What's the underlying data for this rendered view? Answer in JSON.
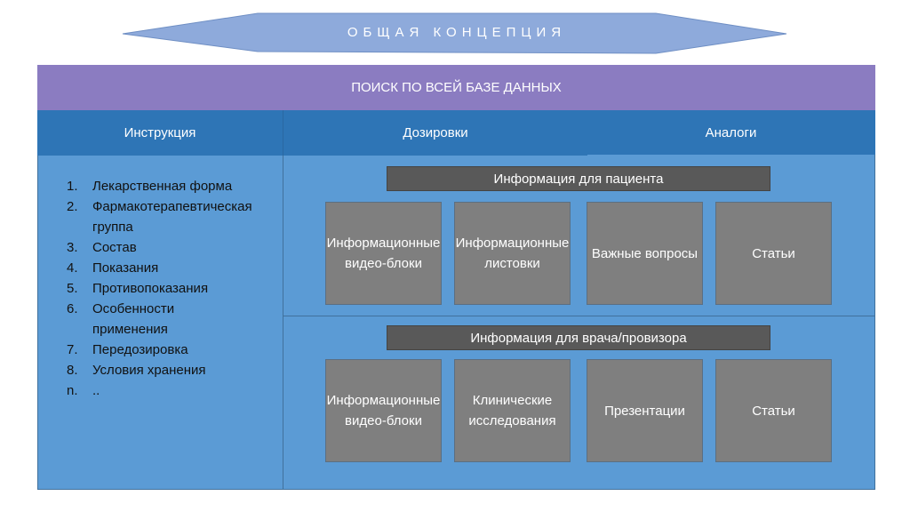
{
  "title": "ОБЩАЯ КОНЦЕПЦИЯ",
  "search_label": "ПОИСК ПО ВСЕЙ БАЗЕ ДАННЫХ",
  "columns": [
    "Инструкция",
    "Дозировки",
    "Аналоги"
  ],
  "instruction_list": [
    {
      "num": "1.",
      "text": "Лекарственная форма"
    },
    {
      "num": "2.",
      "text": "Фармакотерапевтическая группа"
    },
    {
      "num": "3.",
      "text": "Состав"
    },
    {
      "num": "4.",
      "text": "Показания"
    },
    {
      "num": "5.",
      "text": "Противопоказания"
    },
    {
      "num": "6.",
      "text": "Особенности применения"
    },
    {
      "num": "7.",
      "text": "Передозировка"
    },
    {
      "num": "8.",
      "text": "Условия хранения"
    },
    {
      "num": "n.",
      "text": ".."
    }
  ],
  "patient": {
    "title": "Информация для пациента",
    "items": [
      "Информационные видео-блоки",
      "Информационные листовки",
      "Важные вопросы",
      "Статьи"
    ]
  },
  "doctor": {
    "title": "Информация для врача/провизора",
    "items": [
      "Информационные видео-блоки",
      "Клинические исследования",
      "Презентации",
      "Статьи"
    ]
  },
  "colors": {
    "hexagon": "#8eaadb",
    "search": "#8b7cc1",
    "header": "#2e75b6",
    "body": "#5b9bd5",
    "bar": "#595959",
    "box": "#7f7f7f"
  }
}
